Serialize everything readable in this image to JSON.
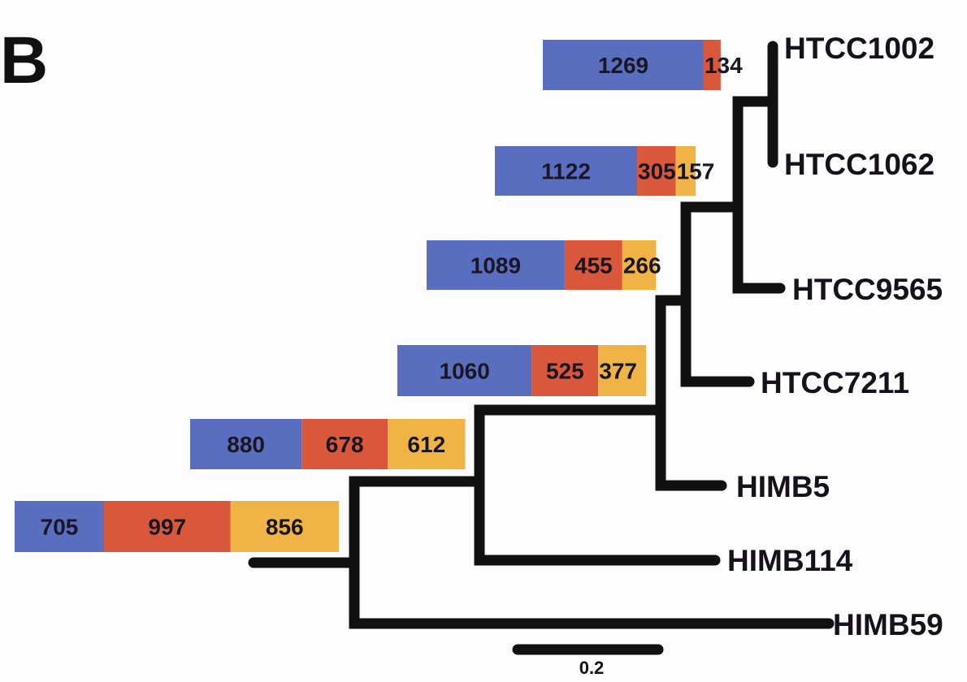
{
  "panel_label": "B",
  "colors": {
    "segment_1": "#5a6ec0",
    "segment_2": "#d9573a",
    "segment_3": "#f0b446",
    "branch": "#111111"
  },
  "leaves": [
    "HTCC1002",
    "HTCC1062",
    "HTCC9565",
    "HTCC7211",
    "HIMB5",
    "HIMB114",
    "HIMB59"
  ],
  "node_bars": [
    {
      "values": [
        1269,
        134
      ]
    },
    {
      "values": [
        1122,
        305,
        157
      ]
    },
    {
      "values": [
        1089,
        455,
        266
      ]
    },
    {
      "values": [
        1060,
        525,
        377
      ]
    },
    {
      "values": [
        880,
        678,
        612
      ]
    },
    {
      "values": [
        705,
        997,
        856
      ]
    }
  ],
  "scale_bar": {
    "label": "0.2"
  }
}
